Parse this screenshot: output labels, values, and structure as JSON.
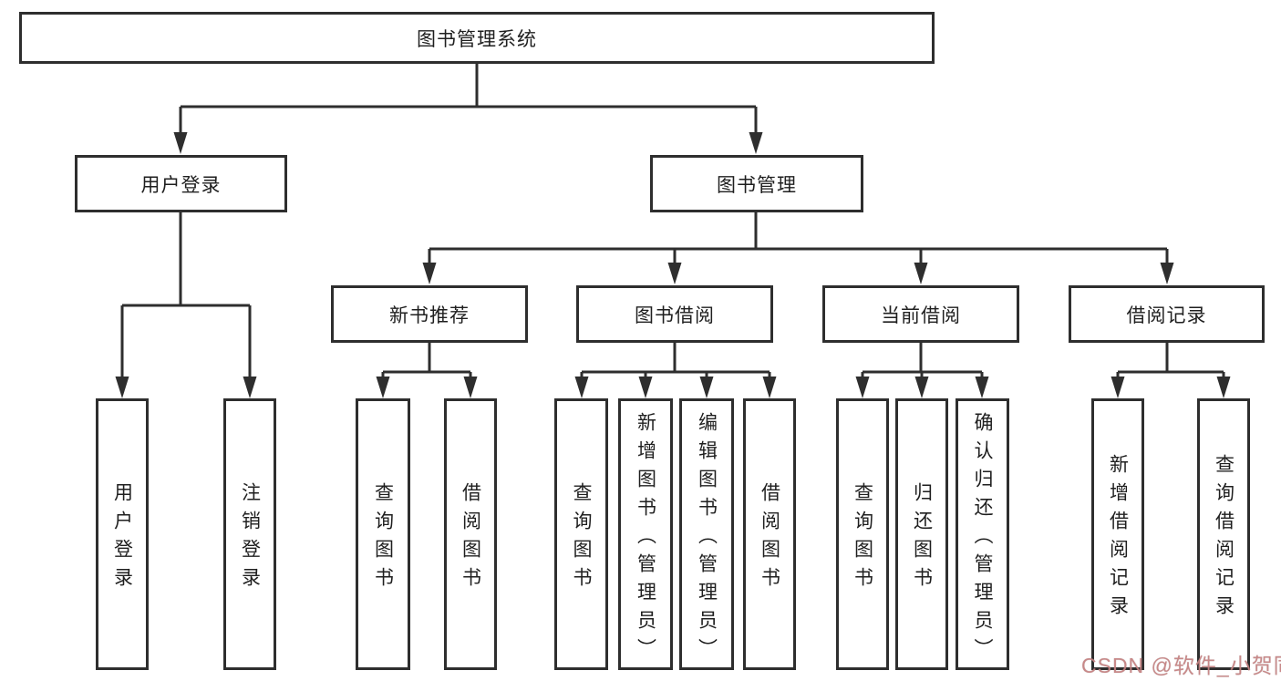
{
  "tree": {
    "label": "图书管理系统",
    "children": [
      {
        "label": "用户登录",
        "children": [
          {
            "label": "用户登录"
          },
          {
            "label": "注销登录"
          }
        ]
      },
      {
        "label": "图书管理",
        "children": [
          {
            "label": "新书推荐",
            "children": [
              {
                "label": "查询图书"
              },
              {
                "label": "借阅图书"
              }
            ]
          },
          {
            "label": "图书借阅",
            "children": [
              {
                "label": "查询图书"
              },
              {
                "label": "新增图书（管理员）"
              },
              {
                "label": "编辑图书（管理员）"
              },
              {
                "label": "借阅图书"
              }
            ]
          },
          {
            "label": "当前借阅",
            "children": [
              {
                "label": "查询图书"
              },
              {
                "label": "归还图书"
              },
              {
                "label": "确认归还（管理员）"
              }
            ]
          },
          {
            "label": "借阅记录",
            "children": [
              {
                "label": "新增借阅记录"
              },
              {
                "label": "查询借阅记录"
              }
            ]
          }
        ]
      }
    ]
  },
  "watermark": {
    "text": "CSDN @软件_小贺同学"
  },
  "colors": {
    "line": "#2e2e2e",
    "text": "#1f1f1f",
    "box_background": "#ffffff",
    "watermark": "#c78080"
  }
}
